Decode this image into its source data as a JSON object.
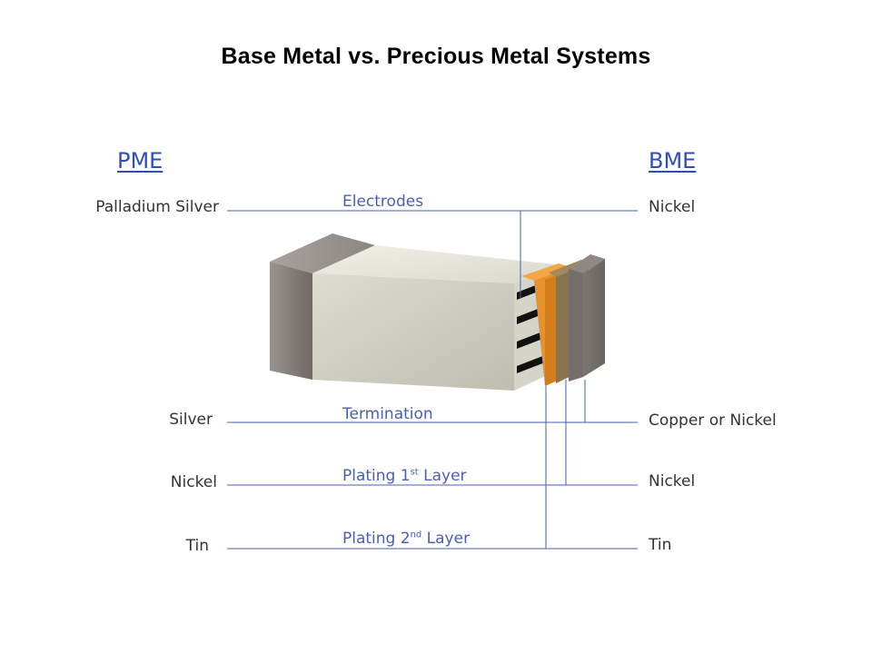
{
  "title": "Base Metal vs. Precious Metal Systems",
  "left_header": "PME",
  "right_header": "BME",
  "rows": [
    {
      "name": "electrodes",
      "left": "Palladium Silver",
      "center": "Electrodes",
      "center_sup": "",
      "center_suffix": "",
      "right": "Nickel"
    },
    {
      "name": "termination",
      "left": "Silver",
      "center": "Termination",
      "center_sup": "",
      "center_suffix": "",
      "right": "Copper or Nickel"
    },
    {
      "name": "plating-1st",
      "left": "Nickel",
      "center": "Plating 1",
      "center_sup": "st",
      "center_suffix": " Layer",
      "right": "Nickel"
    },
    {
      "name": "plating-2nd",
      "left": "Tin",
      "center": "Plating 2",
      "center_sup": "nd",
      "center_suffix": " Layer",
      "right": "Tin"
    }
  ],
  "colors": {
    "header_blue": "#2f4fb3",
    "line_blue": "#4a5fb0",
    "label_gray": "#333333",
    "ceramic_top": "#e6e6dc",
    "ceramic_front": "#c9c9bc",
    "end_cap": "#8a8380",
    "copper_layer": "#e8902a",
    "nickel_layer": "#8a7450",
    "electrode": "#111111"
  }
}
